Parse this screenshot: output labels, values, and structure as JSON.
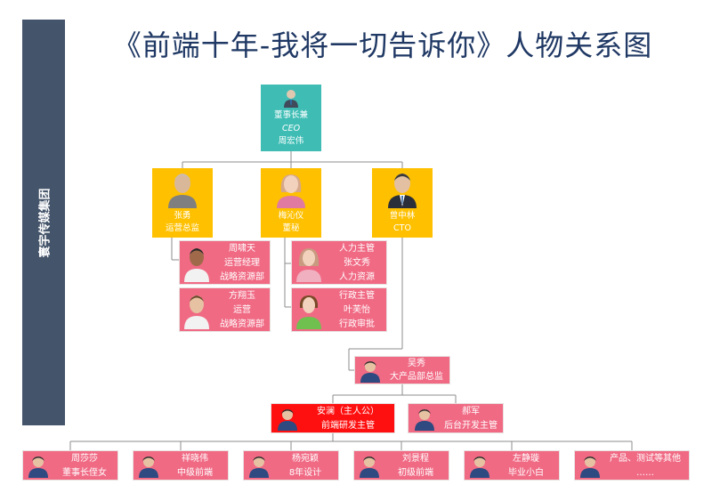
{
  "sidebar": {
    "label": "寰宇传媒集团"
  },
  "title": "《前端十年-我将一切告诉你》人物关系图",
  "ceo": {
    "role": "董事长兼",
    "title": "CEO",
    "name": "周宏伟"
  },
  "level2": [
    {
      "name": "张勇",
      "role": "运营总监"
    },
    {
      "name": "梅沁仪",
      "role": "董秘"
    },
    {
      "name": "曾中林",
      "role": "CTO"
    }
  ],
  "ops": [
    {
      "name": "周啸天",
      "role": "运营经理",
      "dept": "战略资源部"
    },
    {
      "name": "方翔玉",
      "role": "运营",
      "dept": "战略资源部"
    }
  ],
  "sec": [
    {
      "line1": "人力主管",
      "line2": "张文秀",
      "line3": "人力资源"
    },
    {
      "line1": "行政主管",
      "line2": "叶芙怡",
      "line3": "行政审批"
    }
  ],
  "product": {
    "name": "吴秀",
    "role": "大产品部总监"
  },
  "lead": {
    "name": "安澜（主人公）",
    "role": "前端研发主管"
  },
  "backend": {
    "name": "郝军",
    "role": "后台开发主管"
  },
  "bottom": [
    {
      "line1": "周莎莎",
      "line2": "董事长侄女"
    },
    {
      "line1": "祥晓伟",
      "line2": "中级前端"
    },
    {
      "line1": "杨宛颖",
      "line2": "8年设计"
    },
    {
      "line1": "刘景程",
      "line2": "初级前端"
    },
    {
      "line1": "左静璇",
      "line2": "毕业小白"
    },
    {
      "line1": "产品、测试等其他",
      "line2": "……"
    }
  ]
}
